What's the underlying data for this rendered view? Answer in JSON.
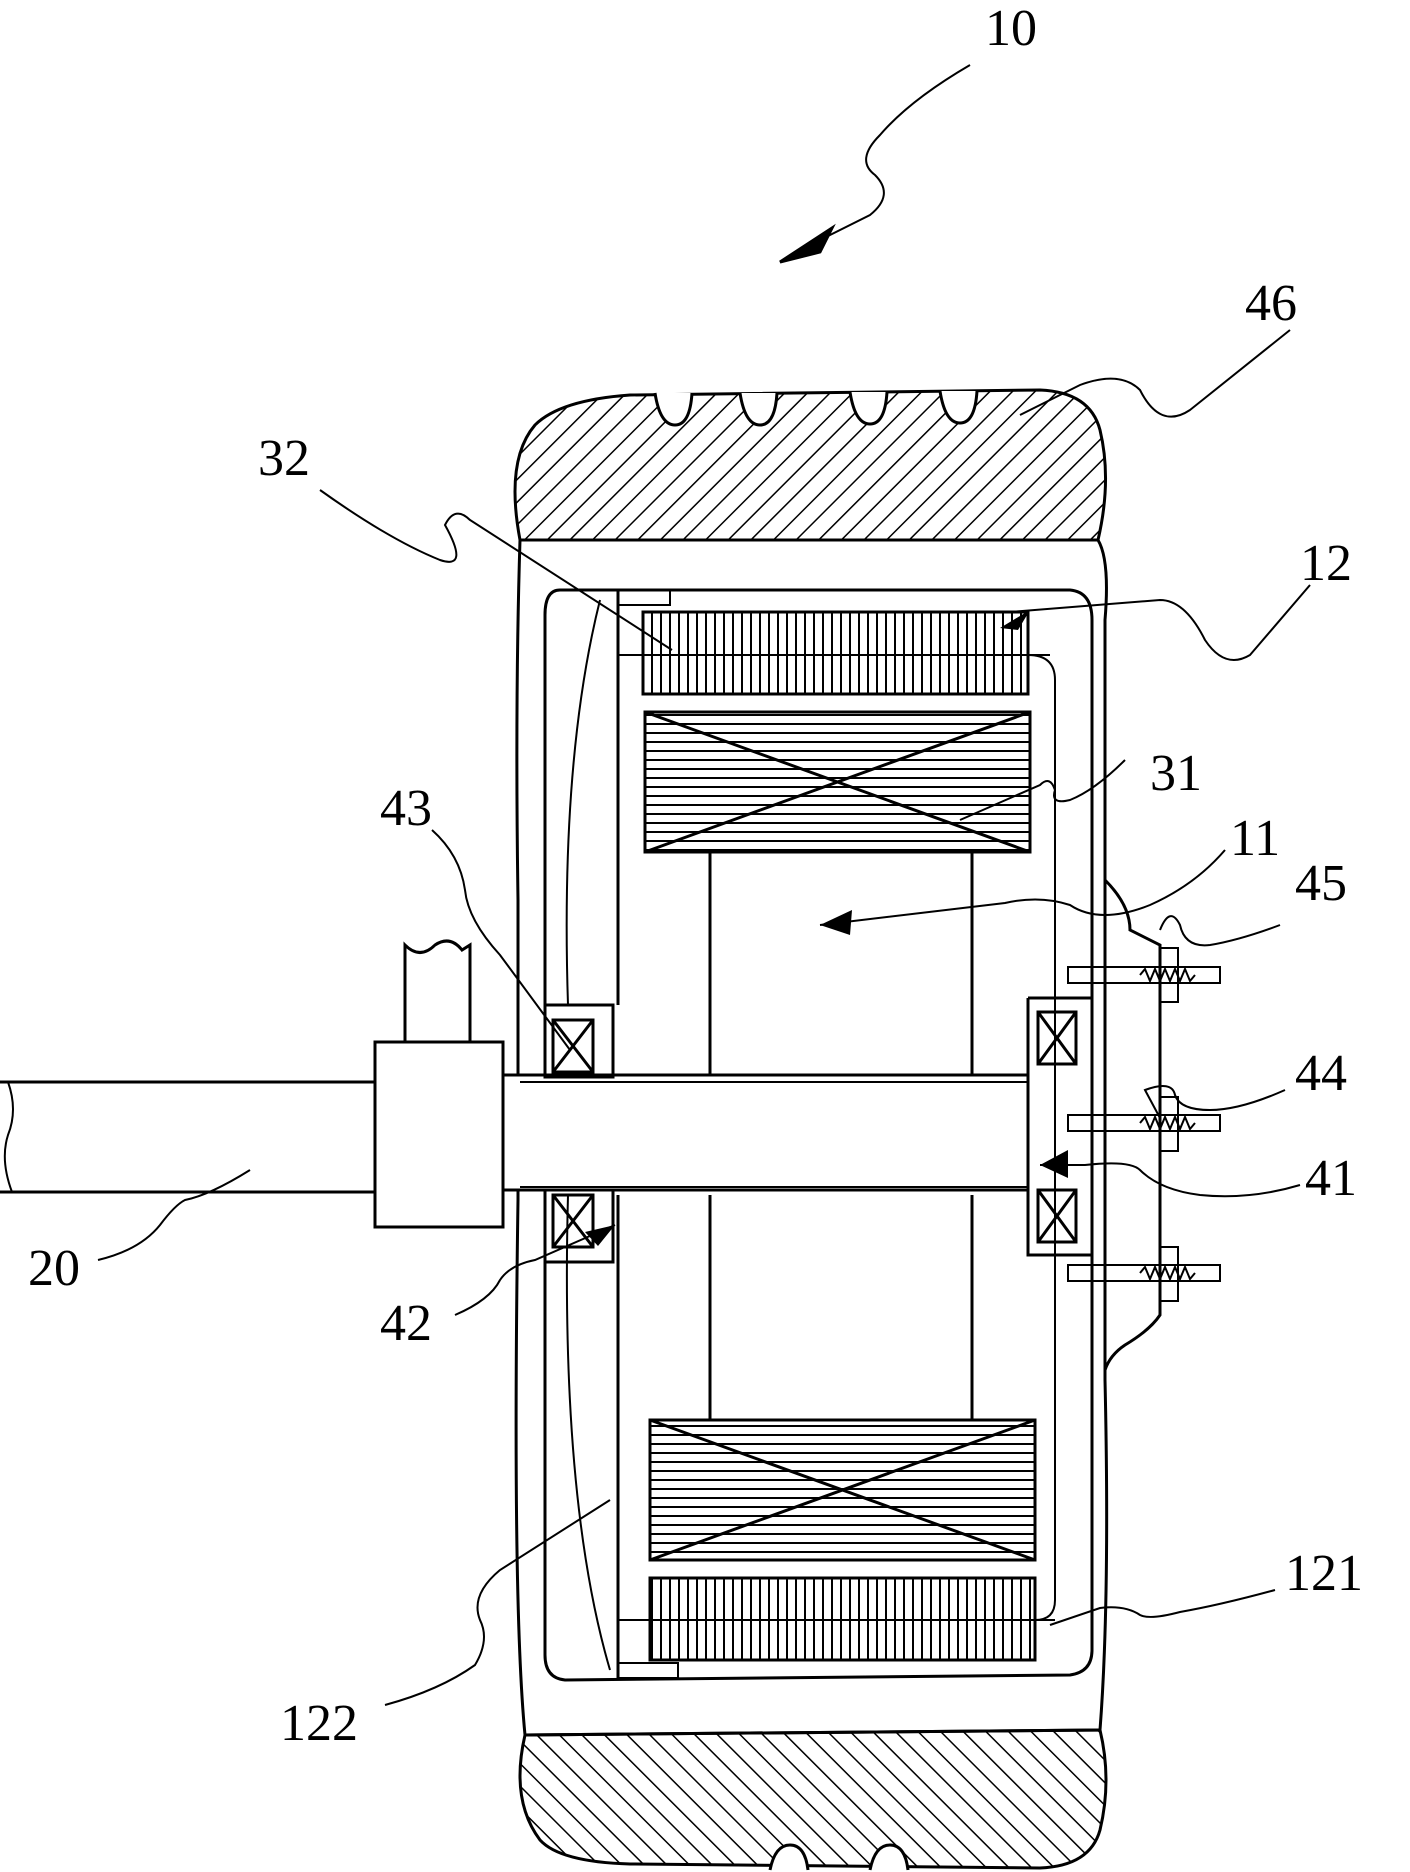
{
  "figure": {
    "labels": {
      "assembly": "10",
      "tire": "46",
      "stator_lamination": "32",
      "rotor_housing": "12",
      "winding": "31",
      "stator_core": "11",
      "mount_plate": "45",
      "bearing_left_top": "43",
      "spring_bolt": "44",
      "bearing_right": "41",
      "axle": "20",
      "bearing_left_bottom": "42",
      "housing_side": "121",
      "housing_end": "122"
    },
    "colors": {
      "ink": "#000000",
      "paper": "#ffffff"
    }
  }
}
